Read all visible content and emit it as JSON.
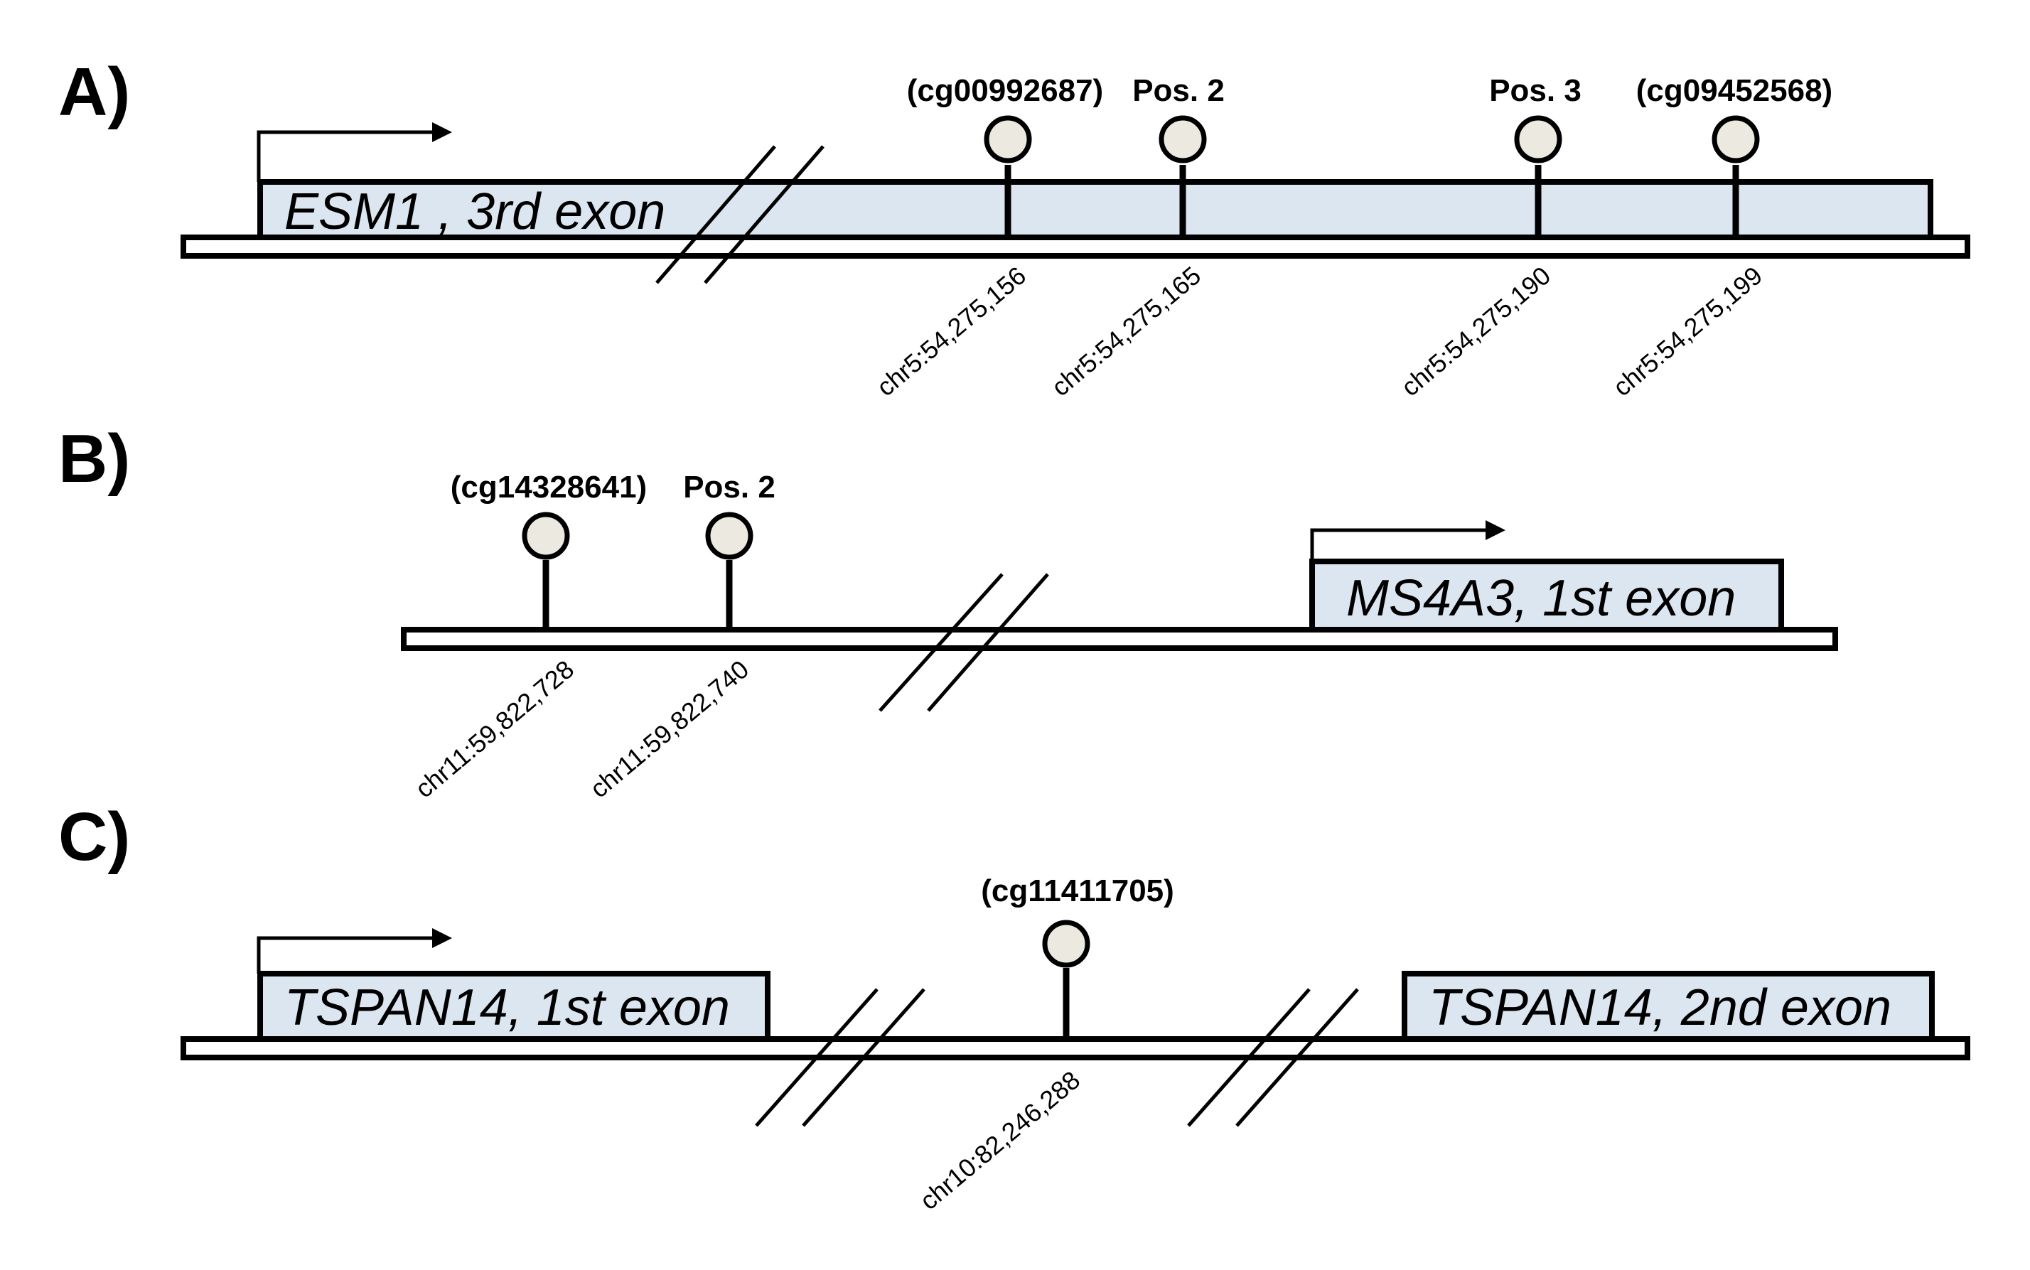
{
  "colors": {
    "exon_fill": "#dce6f1",
    "lollipop_fill": "#eceae0",
    "line": "#000000",
    "background": "#ffffff"
  },
  "panels": [
    {
      "letter": "A)",
      "exons": [
        {
          "label": "ESM1 , 3rd exon"
        }
      ],
      "sites": [
        {
          "label": "(cg00992687)",
          "coord": "chr5:54,275,156"
        },
        {
          "label": "Pos. 2",
          "coord": "chr5:54,275,165"
        },
        {
          "label": "Pos. 3",
          "coord": "chr5:54,275,190"
        },
        {
          "label": "(cg09452568)",
          "coord": "chr5:54,275,199"
        }
      ]
    },
    {
      "letter": "B)",
      "exons": [
        {
          "label": "MS4A3, 1st exon"
        }
      ],
      "sites": [
        {
          "label": "(cg14328641)",
          "coord": "chr11:59,822,728"
        },
        {
          "label": "Pos. 2",
          "coord": "chr11:59,822,740"
        }
      ]
    },
    {
      "letter": "C)",
      "exons": [
        {
          "label": "TSPAN14, 1st exon"
        },
        {
          "label": "TSPAN14, 2nd exon"
        }
      ],
      "sites": [
        {
          "label": "(cg11411705)",
          "coord": "chr10:82,246,288"
        }
      ]
    }
  ]
}
